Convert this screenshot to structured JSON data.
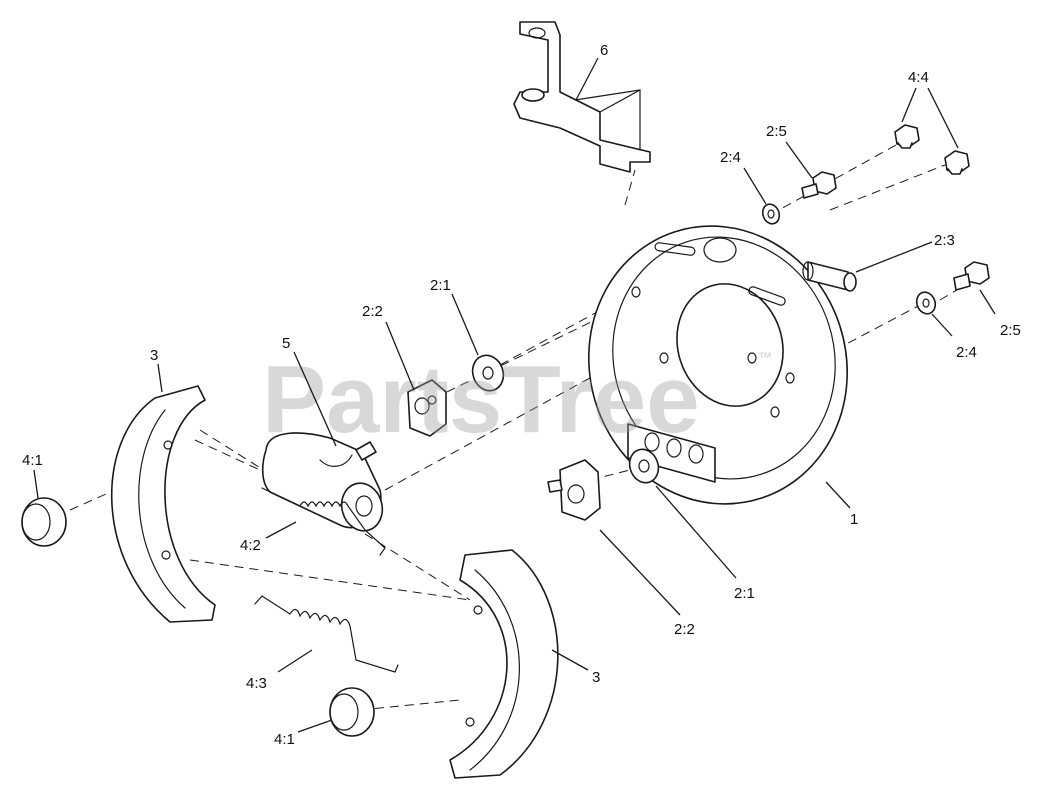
{
  "watermark": {
    "text": "PartsTree",
    "trademark": "™"
  },
  "callouts": [
    {
      "id": "c-6",
      "text": "6"
    },
    {
      "id": "c-4-4",
      "text": "4:4"
    },
    {
      "id": "c-2-5a",
      "text": "2:5"
    },
    {
      "id": "c-2-4a",
      "text": "2:4"
    },
    {
      "id": "c-2-3",
      "text": "2:3"
    },
    {
      "id": "c-2-5b",
      "text": "2:5"
    },
    {
      "id": "c-2-4b",
      "text": "2:4"
    },
    {
      "id": "c-2-1a",
      "text": "2:1"
    },
    {
      "id": "c-2-2a",
      "text": "2:2"
    },
    {
      "id": "c-5",
      "text": "5"
    },
    {
      "id": "c-3a",
      "text": "3"
    },
    {
      "id": "c-4-1a",
      "text": "4:1"
    },
    {
      "id": "c-4-2",
      "text": "4:2"
    },
    {
      "id": "c-1",
      "text": "1"
    },
    {
      "id": "c-2-1b",
      "text": "2:1"
    },
    {
      "id": "c-2-2b",
      "text": "2:2"
    },
    {
      "id": "c-3b",
      "text": "3"
    },
    {
      "id": "c-4-3",
      "text": "4:3"
    },
    {
      "id": "c-4-1b",
      "text": "4:1"
    }
  ]
}
